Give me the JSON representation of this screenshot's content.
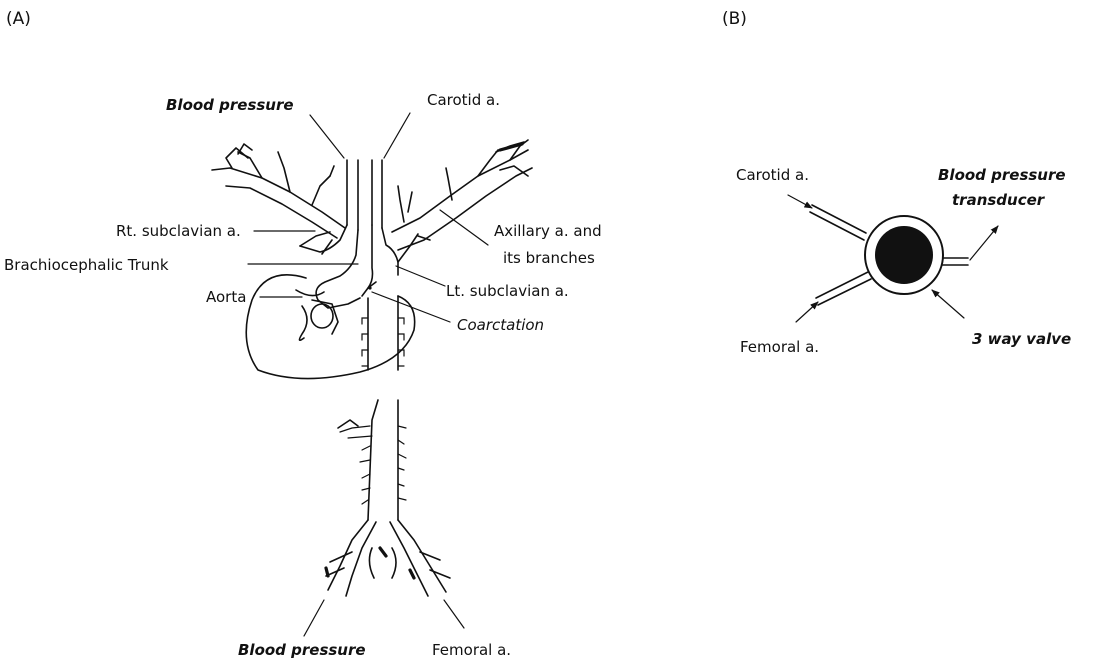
{
  "panels": {
    "a": "(A)",
    "b": "(B)"
  },
  "panel_a": {
    "blood_pressure_top": "Blood pressure",
    "carotid": "Carotid a.",
    "rt_subclavian": "Rt. subclavian a.",
    "brachiocephalic": "Brachiocephalic Trunk",
    "aorta": "Aorta",
    "axillary_line1": "Axillary a. and",
    "axillary_line2": "its branches",
    "lt_subclavian": "Lt. subclavian a.",
    "coarctation": "Coarctation",
    "blood_pressure_bottom": "Blood pressure",
    "femoral": "Femoral a."
  },
  "panel_b": {
    "carotid": "Carotid a.",
    "transducer_line1": "Blood pressure",
    "transducer_line2": "transducer",
    "femoral": "Femoral a.",
    "valve": "3 way valve"
  },
  "colors": {
    "ink": "#111111",
    "background": "#ffffff"
  }
}
